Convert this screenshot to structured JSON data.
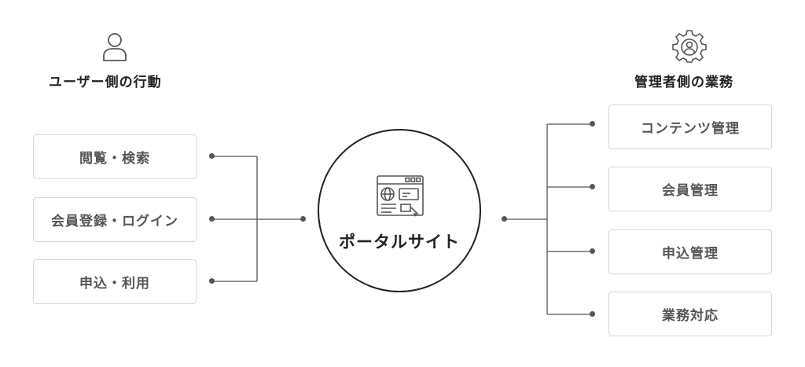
{
  "user_side": {
    "icon": "user-icon",
    "heading": "ユーザー側の行動",
    "items": [
      "閲覧・検索",
      "会員登録・ログイン",
      "申込・利用"
    ]
  },
  "admin_side": {
    "icon": "gear-user-icon",
    "heading": "管理者側の業務",
    "items": [
      "コンテンツ管理",
      "会員管理",
      "申込管理",
      "業務対応"
    ]
  },
  "center": {
    "icon": "browser-window-icon",
    "label": "ポータルサイト"
  },
  "colors": {
    "line": "#555555",
    "box_border": "#d6d6d6",
    "text_dark": "#222222",
    "text_box": "#555555"
  }
}
